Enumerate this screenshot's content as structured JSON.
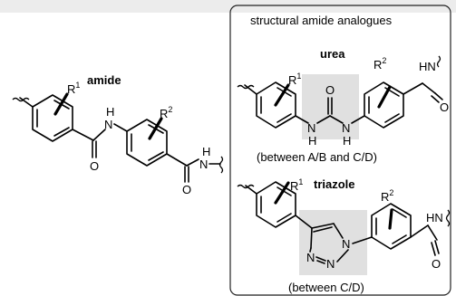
{
  "panel": {
    "title": "structural amide analogues",
    "box_color": "#222222",
    "highlight_color": "#e0e0e0"
  },
  "amide": {
    "title": "amide",
    "r1": "R",
    "r1_sup": "1",
    "r2": "R",
    "r2_sup": "2",
    "nh_top_n": "N",
    "nh_top_h": "H",
    "o1": "O",
    "o2": "O",
    "nh_end": "N",
    "nh_end_h": "H"
  },
  "urea": {
    "title": "urea",
    "r1": "R",
    "r1_sup": "1",
    "r2": "R",
    "r2_sup": "2",
    "o_center": "O",
    "n_left": "N",
    "n_left_h": "H",
    "n_right": "N",
    "n_right_h": "H",
    "hn_end": "HN",
    "o_end": "O",
    "caption": "(between A/B and C/D)"
  },
  "triazole": {
    "title": "triazole",
    "r1": "R",
    "r1_sup": "1",
    "r2": "R",
    "r2_sup": "2",
    "n1": "N",
    "n2": "N",
    "n3": "N",
    "hn_end": "HN",
    "o_end": "O",
    "caption": "(between C/D)"
  }
}
